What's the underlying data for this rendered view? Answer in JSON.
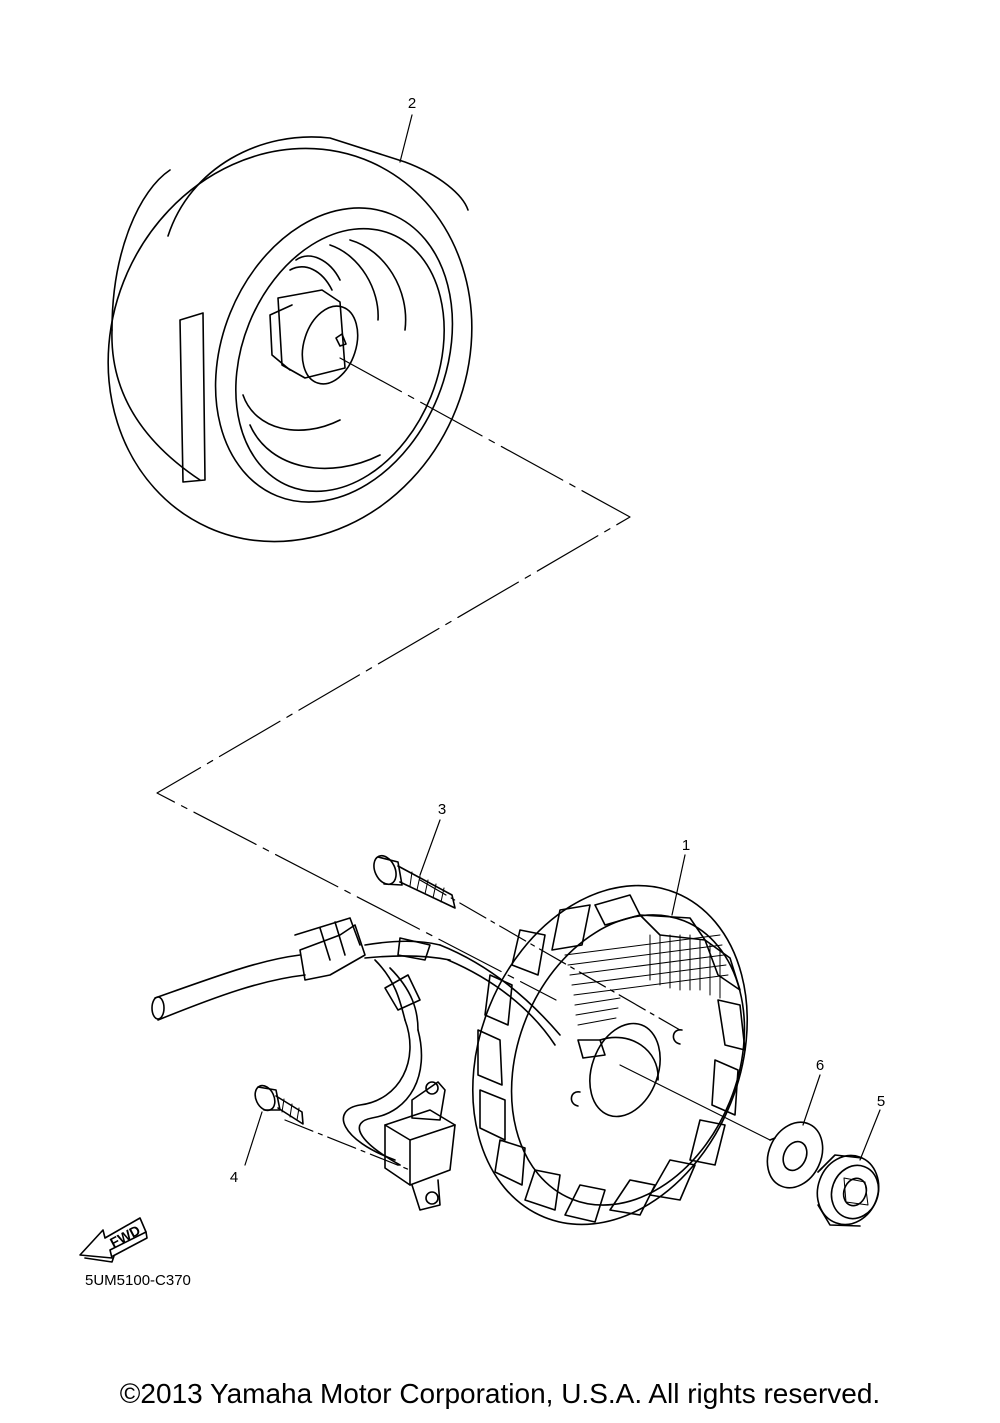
{
  "callouts": {
    "part1": "1",
    "part2": "2",
    "part3": "3",
    "part4": "4",
    "part5": "5",
    "part6": "6"
  },
  "fwd_arrow": {
    "label": "FWD",
    "icon": "fwd-arrow-icon"
  },
  "drawing_code": "5UM5100-C370",
  "copyright": "©2013 Yamaha Motor Corporation, U.S.A. All rights reserved."
}
